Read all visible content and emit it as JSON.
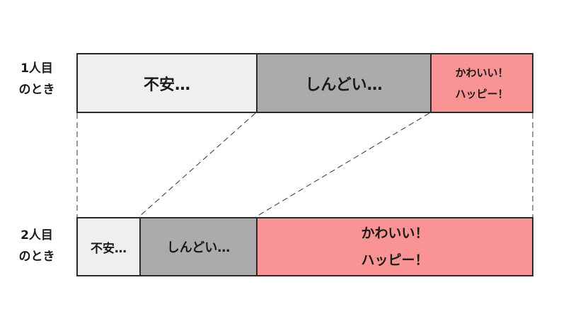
{
  "rows": [
    {
      "label_line1": "1人目",
      "label_line2": "のとき",
      "segments": {
        "anxious": "不安…",
        "tough": "しんどい…",
        "happy_line1": "かわいい！",
        "happy_line2": "ハッピー！"
      }
    },
    {
      "label_line1": "2人目",
      "label_line2": "のとき",
      "segments": {
        "anxious": "不安…",
        "tough": "しんどい…",
        "happy_line1": "かわいい！",
        "happy_line2": "ハッピー！"
      }
    }
  ],
  "colors": {
    "anxious": "#efefef",
    "tough": "#ababab",
    "happy": "#fa9494",
    "border": "#2a2a2a"
  }
}
